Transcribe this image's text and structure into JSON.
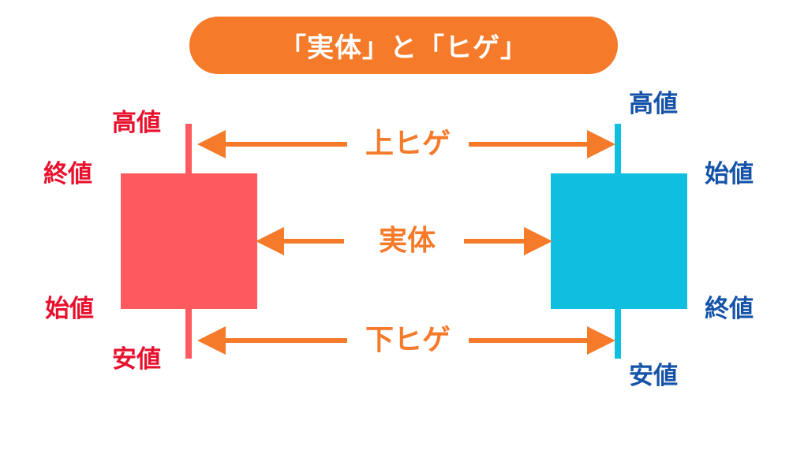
{
  "title": "「実体」と「ヒゲ」",
  "colors": {
    "accent": "#f57a2a",
    "bullish_candle": "#ff5a5f",
    "bearish_candle": "#10bfe0",
    "left_label": "#e8112d",
    "right_label": "#1553a8",
    "background": "#ffffff"
  },
  "left_candle": {
    "high_label": "高値",
    "close_label": "終値",
    "open_label": "始値",
    "low_label": "安値"
  },
  "right_candle": {
    "high_label": "高値",
    "open_label": "始値",
    "close_label": "終値",
    "low_label": "安値"
  },
  "annotations": {
    "upper_shadow": "上ヒゲ",
    "body": "実体",
    "lower_shadow": "下ヒゲ"
  }
}
